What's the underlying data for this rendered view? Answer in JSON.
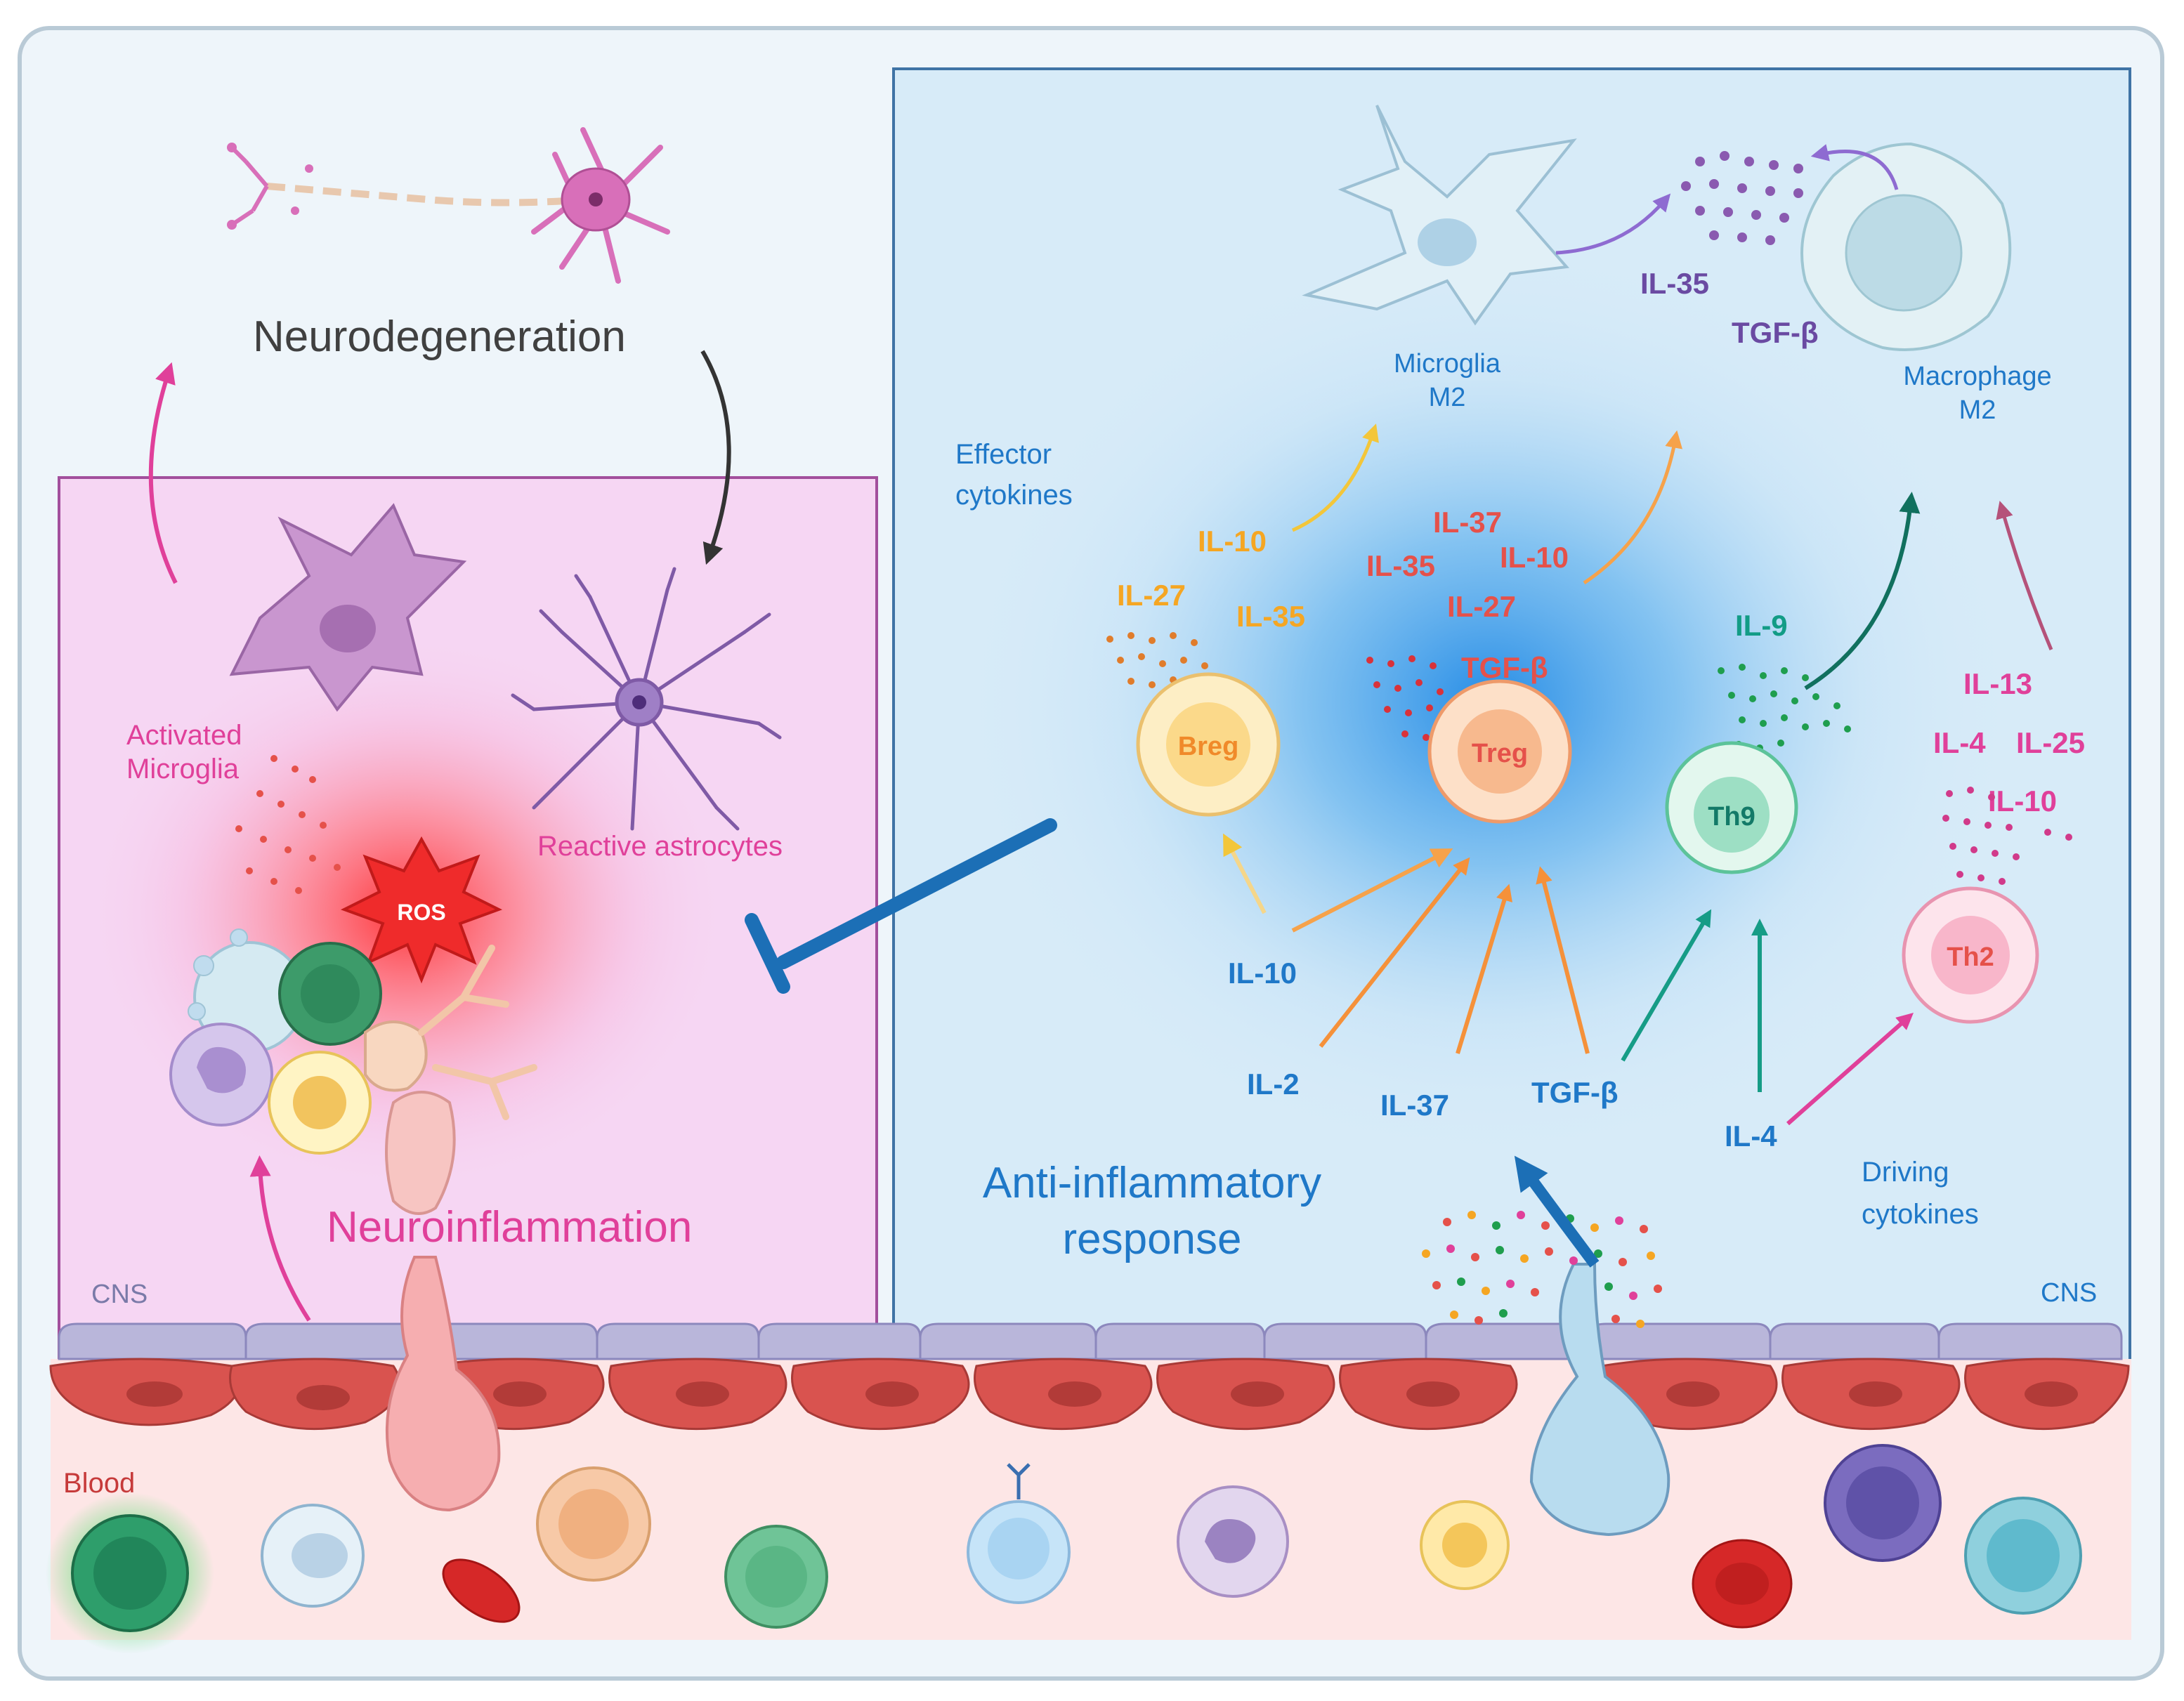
{
  "colors": {
    "frame_bg": "#eef5fa",
    "frame_border": "#b9cad6",
    "left_panel": "#f6d6f3",
    "left_panel_border": "#a24f9c",
    "right_panel": "#d7ebf8",
    "right_panel_border": "#3f73a5",
    "blood_bg": "#fde6e6",
    "vessel": "#d9534f",
    "endothelium": "#b9b6da",
    "pink_text": "#e0409a",
    "blue_text": "#1f78c8",
    "orange_text": "#f39a2a",
    "red_text": "#e5514a",
    "teal_text": "#129c86",
    "purple_text": "#6a4aa2"
  },
  "left": {
    "neurodegeneration": "Neurodegeneration",
    "activated_microglia": [
      "Activated",
      "Microglia"
    ],
    "reactive_astrocytes": "Reactive astrocytes",
    "ros": "ROS",
    "neuroinflammation": "Neuroinflammation",
    "cns": "CNS",
    "blood": "Blood"
  },
  "right": {
    "effector_cytokines": [
      "Effector",
      "cytokines"
    ],
    "microglia_m2": [
      "Microglia",
      "M2"
    ],
    "macrophage_m2": [
      "Macrophage",
      "M2"
    ],
    "top_il35": "IL-35",
    "top_tgfb": "TGF-β",
    "breg": {
      "cell": "Breg",
      "il10": "IL-10",
      "il27": "IL-27",
      "il35": "IL-35"
    },
    "treg": {
      "cell": "Treg",
      "il37": "IL-37",
      "il35": "IL-35",
      "il10": "IL-10",
      "il27": "IL-27",
      "tgfb": "TGF-β"
    },
    "th9": {
      "cell": "Th9",
      "il9": "IL-9"
    },
    "th2": {
      "cell": "Th2",
      "il13": "IL-13",
      "il4": "IL-4",
      "il25": "IL-25",
      "il10": "IL-10"
    },
    "driving": {
      "il10": "IL-10",
      "il2": "IL-2",
      "il37": "IL-37",
      "tgfb": "TGF-β",
      "il4": "IL-4"
    },
    "anti_inflammatory": [
      "Anti-inflammatory",
      "response"
    ],
    "driving_cytokines": [
      "Driving",
      "cytokines"
    ],
    "cns": "CNS"
  }
}
